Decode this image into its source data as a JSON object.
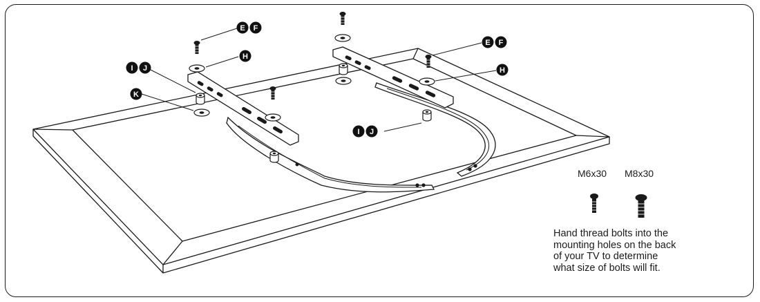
{
  "callouts": {
    "ef_left": [
      "E",
      "F"
    ],
    "ef_right": [
      "E",
      "F"
    ],
    "h_left": "H",
    "h_right": "H",
    "ij_left": [
      "I",
      "J"
    ],
    "ij_center": [
      "I",
      "J"
    ],
    "k": "K"
  },
  "bolts": {
    "small_label": "M6x30",
    "large_label": "M8x30"
  },
  "instruction_lines": [
    "Hand thread bolts into the",
    "mounting holes on the back",
    "of your TV to determine",
    "what size of bolts will fit."
  ],
  "colors": {
    "line": "#1a1a1a",
    "callout_fill": "#111111"
  }
}
